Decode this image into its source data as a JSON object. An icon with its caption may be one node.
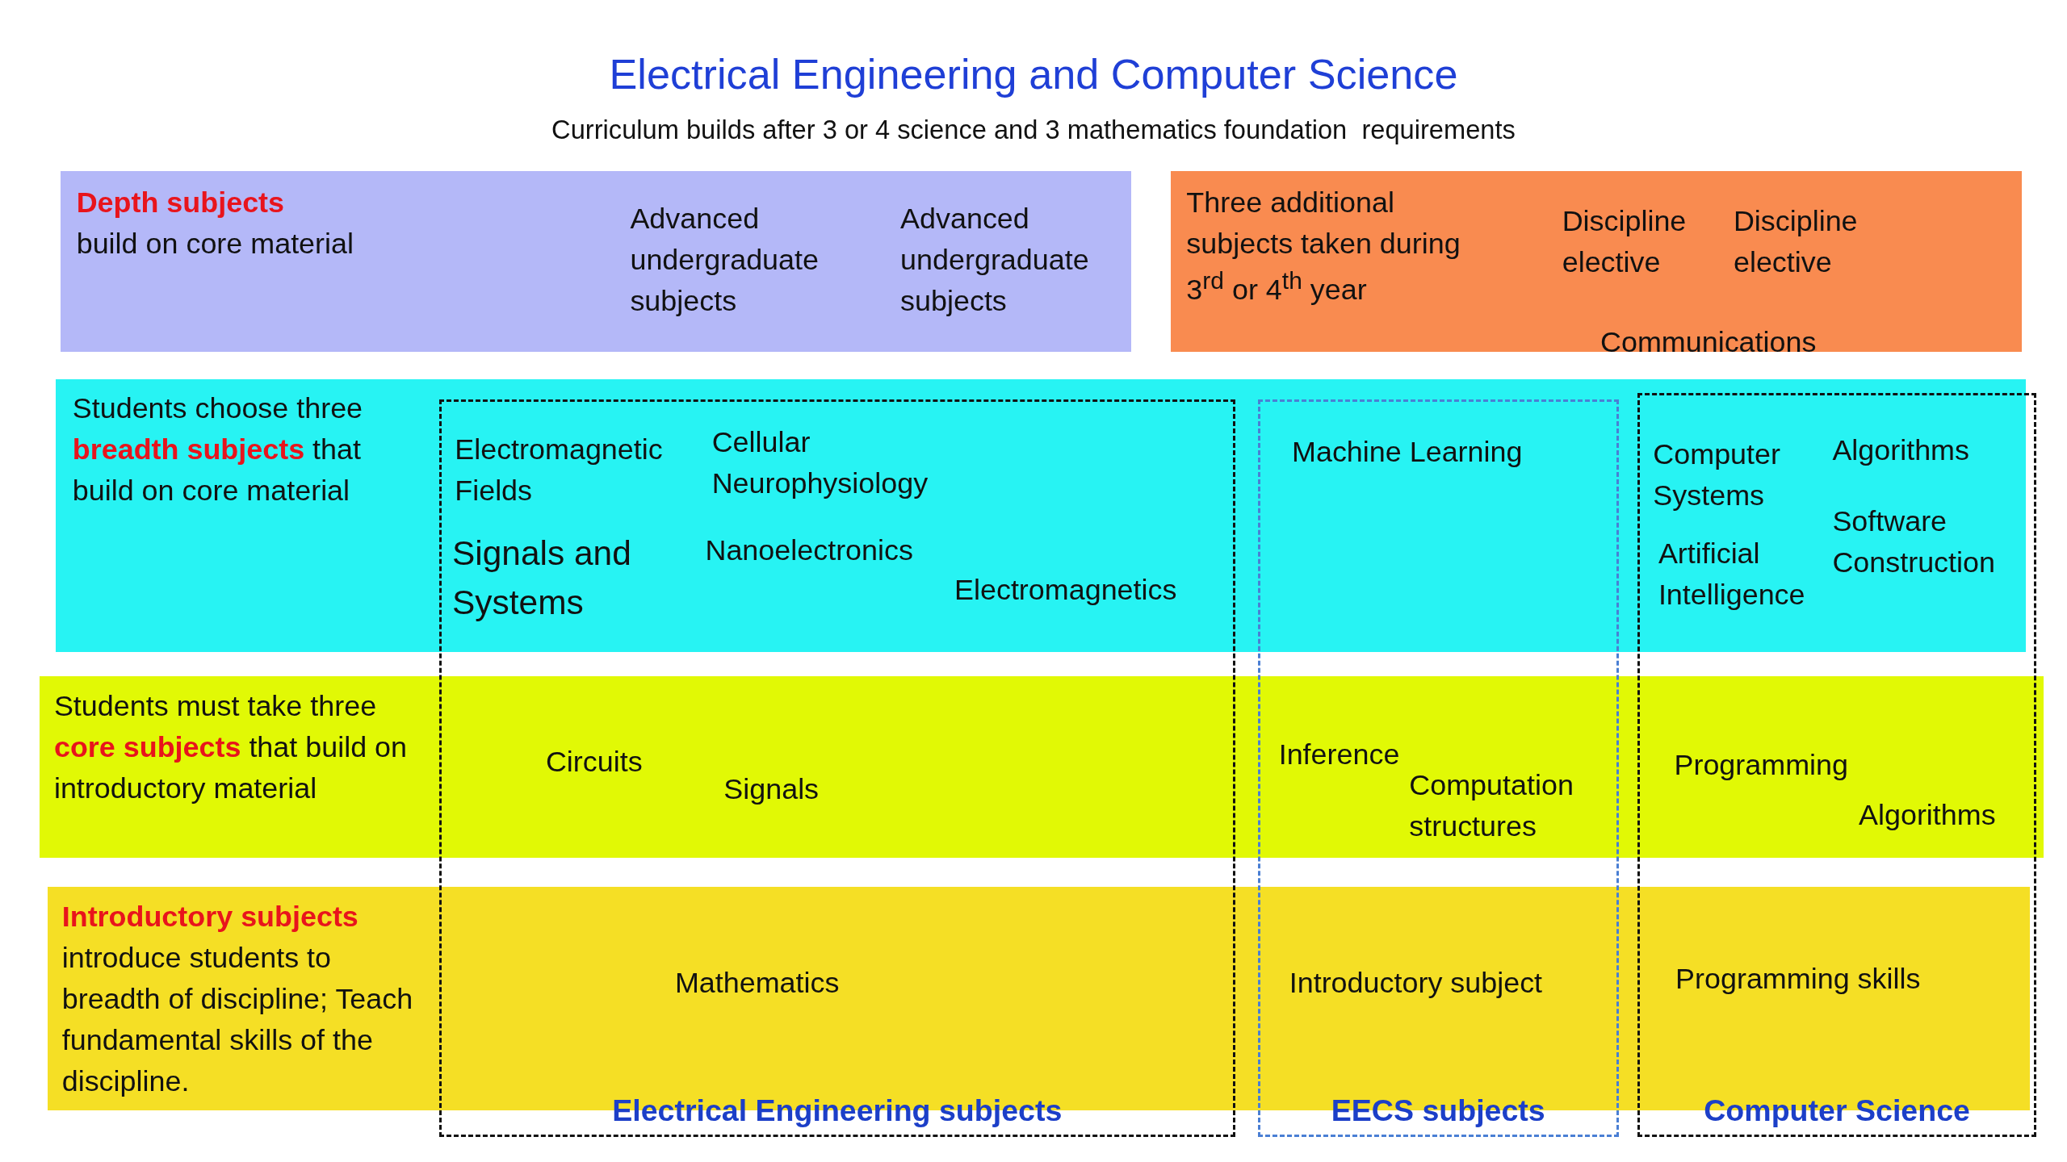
{
  "diagram": {
    "title": "Electrical Engineering and Computer Science",
    "caption": "Curriculum builds after 3 or 4 science and 3 mathematics foundation  requirements",
    "nodes": [
      {
        "text": [
          "Depth subjects",
          "build on core material"
        ]
      },
      {
        "text": [
          "Three additional subjects  taken during 3$^{rd}$ or 4$^{th}$ year"
        ]
      },
      {
        "text": [
          "Students choose three **breadth  subjects**  that build on core material"
        ]
      },
      {
        "text": [
          "Students must take three **core subjects** that build on introductory material"
        ]
      },
      {
        "text": [
          "Introductory subjects",
          "introduce students to breadth of discipline; Teach fundamental skills of the discipline."
        ]
      },
      {
        "text": [
          "Electrical Engineering subjects"
        ]
      },
      {
        "text": [
          "EECS subjects"
        ]
      },
      {
        "text": [
          "Computer Science"
        ]
      }
    ],
    "edges": [],
    "labels": [
      "Advanced undergraduate subjects",
      "Advanced undergraduate subjects",
      "Discipline elective",
      "Discipline elective",
      "Communications",
      "Electromagnetic Fields",
      "Cellular Neurophysiology",
      "Machine Learning",
      "Computer Systems",
      "Algorithms",
      "Signals and Systems",
      "Nanoelectronics",
      "Software Construction",
      "Artificial Intelligence",
      "Electromagnetics",
      "Circuits",
      "Inference",
      "Programming",
      "Signals",
      "Computation structures",
      "Algorithms",
      "Mathematics",
      "Introductory subject",
      "Programming skills"
    ]
  }
}
